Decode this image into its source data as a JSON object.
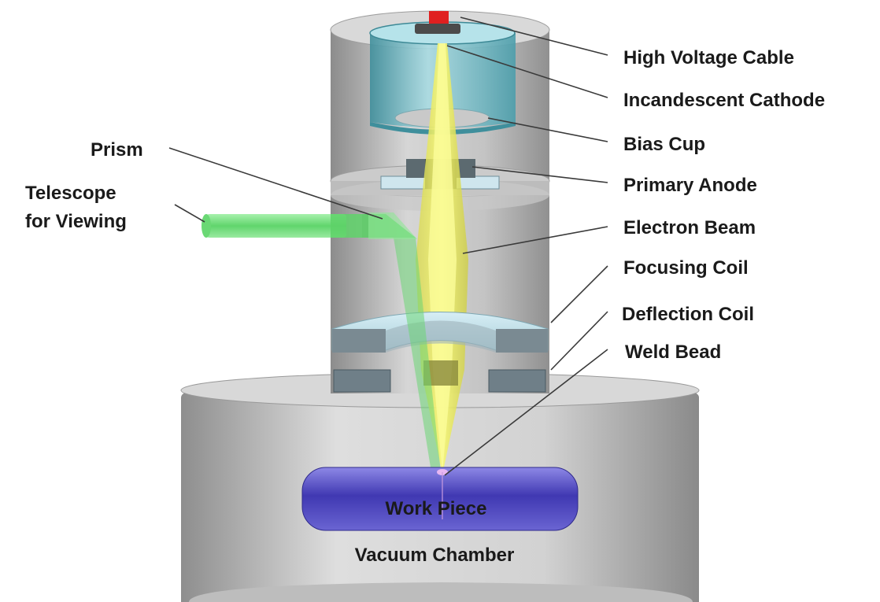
{
  "labels": {
    "high_voltage_cable": "High Voltage Cable",
    "incandescent_cathode": "Incandescent Cathode",
    "bias_cup": "Bias Cup",
    "primary_anode": "Primary Anode",
    "electron_beam": "Electron Beam",
    "focusing_coil": "Focusing Coil",
    "deflection_coil": "Deflection Coil",
    "weld_bead": "Weld Bead",
    "prism": "Prism",
    "telescope_line1": "Telescope",
    "telescope_line2": "for Viewing",
    "work_piece": "Work Piece",
    "vacuum_chamber": "Vacuum Chamber"
  },
  "colors": {
    "column": "#b8b8b8",
    "cathode_glass": "#5fb4c2",
    "beam": "#e4e84a",
    "telescope_light": "#5fd36a",
    "coil": "#6f7f88",
    "coil_top": "#cfe6ee",
    "work_piece": "#4a44b8",
    "cable_tip": "#e02020"
  }
}
